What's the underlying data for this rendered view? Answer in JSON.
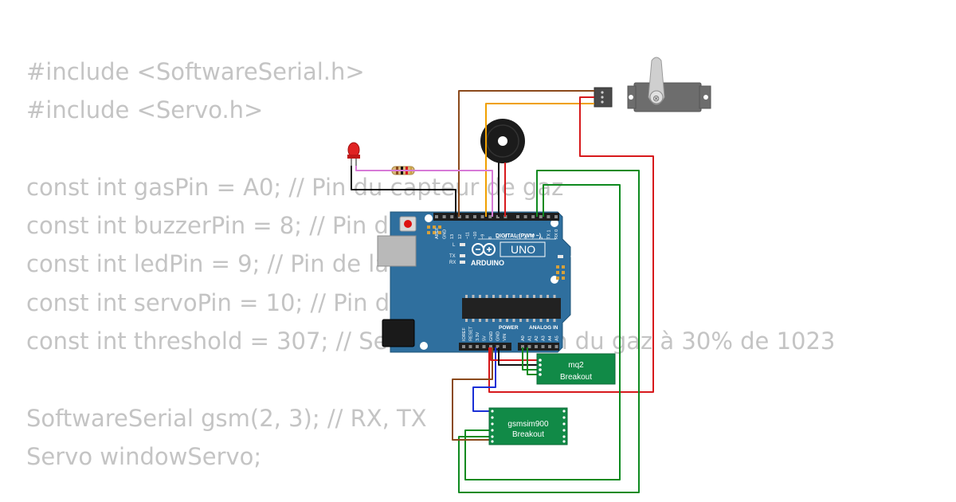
{
  "code_lines": [
    "#include <SoftwareSerial.h>",
    "#include <Servo.h>",
    "",
    "const int gasPin = A0; // Pin du capteur de gaz",
    "const int buzzerPin = 8; // Pin du buzzer",
    "const int ledPin = 9; // Pin de la LED",
    "const int servoPin = 10; // Pin du servo moteur",
    "const int threshold = 307; // Seuil de détection du gaz à 30% de 1023",
    "",
    "SoftwareSerial gsm(2, 3); // RX, TX",
    "Servo windowServo;"
  ],
  "arduino": {
    "brand": "ARDUINO",
    "model": "UNO",
    "digital_header": "DIGITAL (PWM ~)",
    "power_header": "POWER",
    "analog_header": "ANALOG IN",
    "led_labels": [
      "L",
      "TX",
      "RX",
      "ON"
    ],
    "top_pins": [
      "AREF",
      "GND",
      "13",
      "12",
      "~11",
      "~10",
      "~9",
      "8",
      "7",
      "~6",
      "~5",
      "4",
      "~3",
      "2",
      "TX 1",
      "RX 0"
    ],
    "power_pins": [
      "IOREF",
      "RESET",
      "3.3V",
      "5V",
      "GND",
      "GND",
      "VIN"
    ],
    "analog_pins": [
      "A0",
      "A1",
      "A2",
      "A3",
      "A4",
      "A5"
    ]
  },
  "modules": {
    "mq2": {
      "title": "mq2",
      "subtitle": "Breakout"
    },
    "gsm": {
      "title": "gsmsim900",
      "subtitle": "Breakout"
    }
  },
  "colors": {
    "board": "#2f6f9e",
    "breakout": "#118a47",
    "wire_brown": "#8b4a1c",
    "wire_orange": "#f0a000",
    "wire_red": "#d7191c",
    "wire_green": "#0e8a1f",
    "wire_blue": "#1a2fd6",
    "wire_pink": "#d77ad7",
    "wire_black": "#111111"
  }
}
